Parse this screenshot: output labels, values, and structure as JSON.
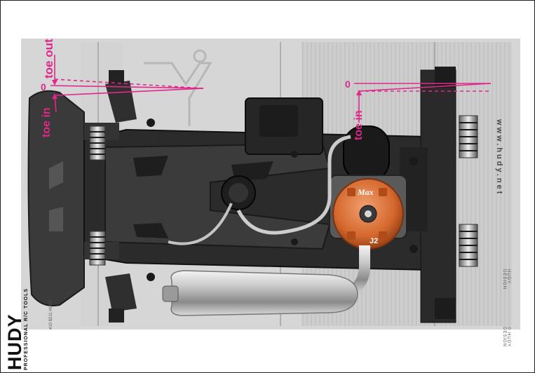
{
  "labels": {
    "toe_out": "toe out",
    "toe_in_left": "toe in",
    "toe_in_right": "toe in",
    "zero_left": "0",
    "zero_right": "0"
  },
  "board": {
    "url": "www.hudy.net",
    "brand": "HUDY",
    "brand_sub": "PROFESSIONAL R/C TOOLS",
    "design_note": "HUDY DESIGN",
    "design_note_2": "© HUDY DESIGN",
    "part_number": "#10 8211 HUDY"
  },
  "engine": {
    "badge": "Max",
    "model": "J2"
  },
  "colors": {
    "annotation": "#e0288a",
    "board": "#d9d9d9",
    "chassis": "#2a2a2a",
    "engine_head": "#d9682e",
    "pipe": "#bdbdbd"
  }
}
